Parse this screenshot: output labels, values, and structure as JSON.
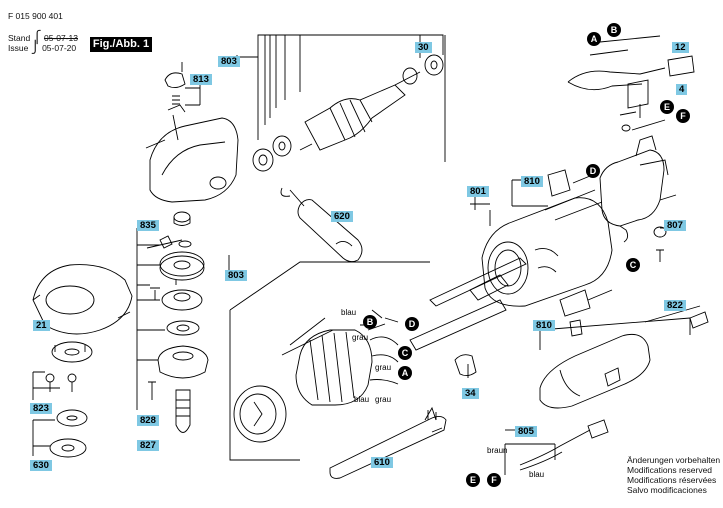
{
  "header": {
    "drawing_number": "F 015 900 401",
    "stand_label": "Stand",
    "issue_label": "Issue",
    "stand_date": "05-07-13",
    "issue_date": "05-07-20",
    "figure_tag": "Fig./Abb. 1"
  },
  "parts": {
    "p803a": "803",
    "p813": "813",
    "p30": "30",
    "p12": "12",
    "p4": "4",
    "p801": "801",
    "p810a": "810",
    "p620": "620",
    "p835": "835",
    "p803b": "803",
    "p807": "807",
    "p21": "21",
    "p822": "822",
    "p810b": "810",
    "p823": "823",
    "p828": "828",
    "p34": "34",
    "p630": "630",
    "p827": "827",
    "p610": "610",
    "p805": "805"
  },
  "markers": {
    "a1": "A",
    "b1": "B",
    "e1": "E",
    "f1": "F",
    "d1": "D",
    "c1": "C",
    "b2": "B",
    "d2": "D",
    "c2": "C",
    "a2": "A",
    "e2": "E",
    "f2": "F"
  },
  "wires": {
    "blau1": "blau",
    "grau1": "grau",
    "grau2": "grau",
    "blau2": "blau",
    "grau3": "grau",
    "braun": "braun",
    "blau3": "blau"
  },
  "notes": {
    "de": "Änderungen vorbehalten",
    "en": "Modifications reserved",
    "fr": "Modifications réservées",
    "es": "Salvo modificaciones"
  }
}
